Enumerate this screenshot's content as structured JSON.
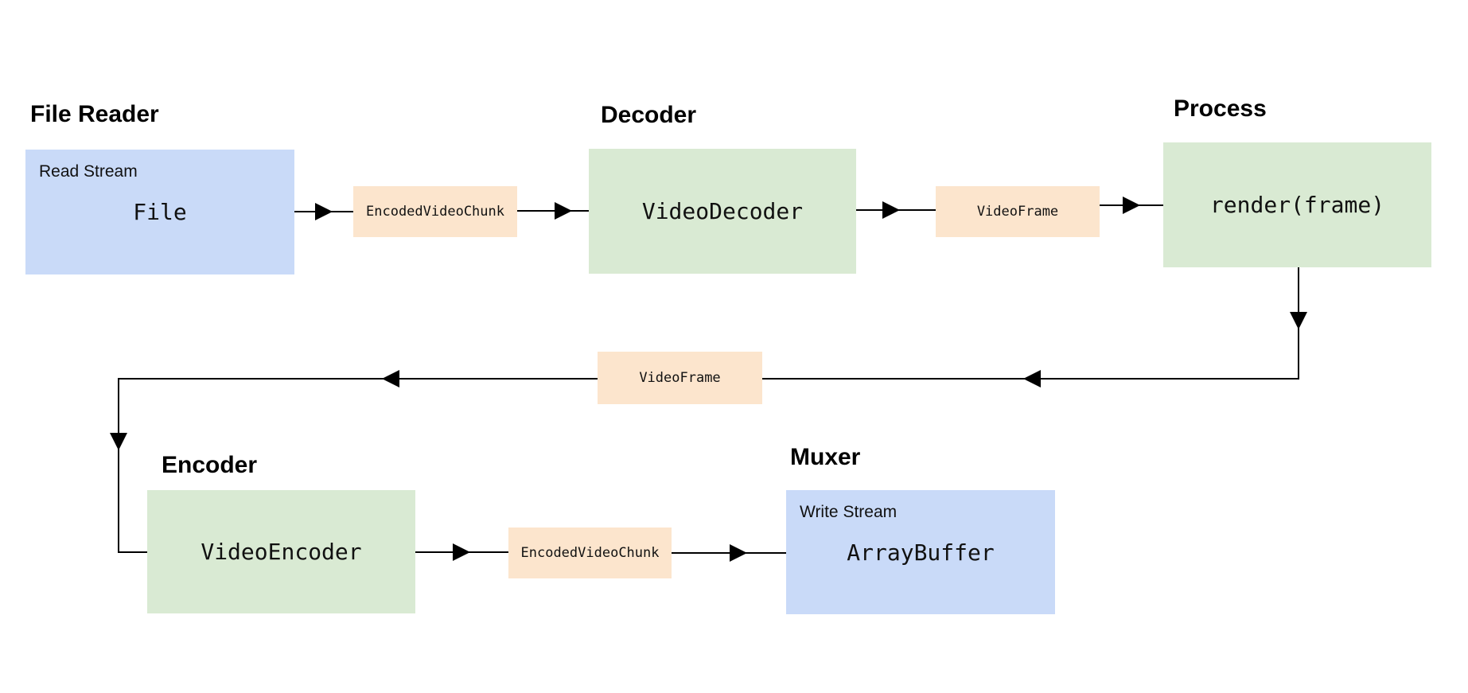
{
  "diagram_title": "video-processing-pipeline",
  "colors": {
    "background": "#ffffff",
    "io_box_fill": "#c9daf8",
    "stage_box_fill": "#d9ead3",
    "data_box_fill": "#fce5cd",
    "arrow": "#000000",
    "text": "#000000"
  },
  "nodes": {
    "file_reader": {
      "heading": "File Reader",
      "stream_label": "Read Stream",
      "code": "File"
    },
    "encoded_chunk_top": {
      "code": "EncodedVideoChunk"
    },
    "decoder": {
      "heading": "Decoder",
      "code": "VideoDecoder"
    },
    "video_frame_top": {
      "code": "VideoFrame"
    },
    "process": {
      "heading": "Process",
      "code": "render(frame)"
    },
    "video_frame_mid": {
      "code": "VideoFrame"
    },
    "encoder": {
      "heading": "Encoder",
      "code": "VideoEncoder"
    },
    "encoded_chunk_bottom": {
      "code": "EncodedVideoChunk"
    },
    "muxer": {
      "heading": "Muxer",
      "stream_label": "Write Stream",
      "code": "ArrayBuffer"
    }
  },
  "flow": [
    "File -> EncodedVideoChunk -> VideoDecoder -> VideoFrame -> render(frame)",
    "render(frame) -> VideoFrame -> VideoEncoder -> EncodedVideoChunk -> ArrayBuffer"
  ]
}
